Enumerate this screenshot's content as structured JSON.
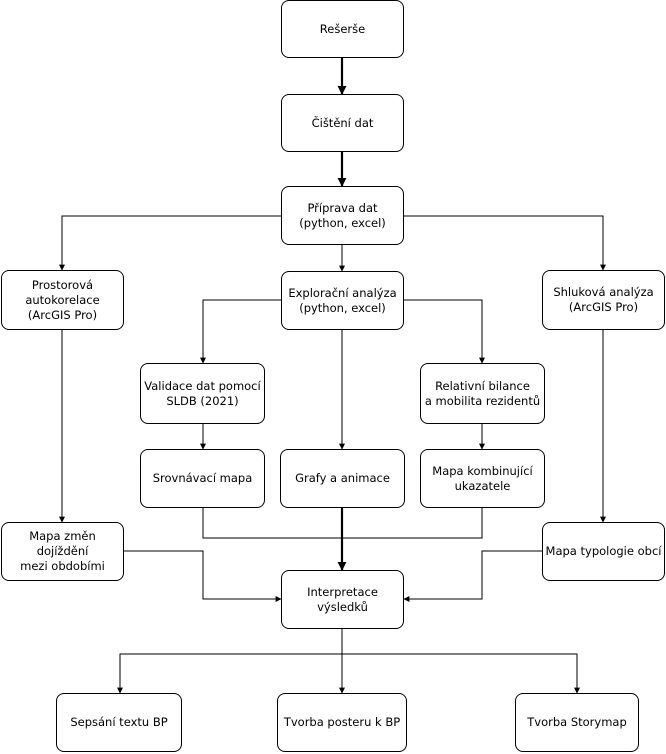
{
  "nodes": {
    "reserse": "Rešerše",
    "cisteni": "Čištění dat",
    "priprava": "Příprava dat\n(python, excel)",
    "prostorova": "Prostorová\nautokorelace\n(ArcGIS Pro)",
    "explorace": "Explorační analýza\n(python, excel)",
    "shlukova": "Shluková analýza\n(ArcGIS Pro)",
    "validace": "Validace dat pomocí\nSLDB (2021)",
    "bilance": "Relativní bilance\na mobilita rezidentů",
    "srovnavaci": "Srovnávací mapa",
    "grafy": "Grafy a animace",
    "kombinujici": "Mapa kombinující\nukazatele",
    "dojizdeni": "Mapa změn dojíždění\nmezi obdobími",
    "typologie": "Mapa typologie obcí",
    "interpretace": "Interpretace výsledků",
    "text_bp": "Sepsání textu BP",
    "poster": "Tvorba posteru k BP",
    "storymap": "Tvorba Storymap"
  }
}
